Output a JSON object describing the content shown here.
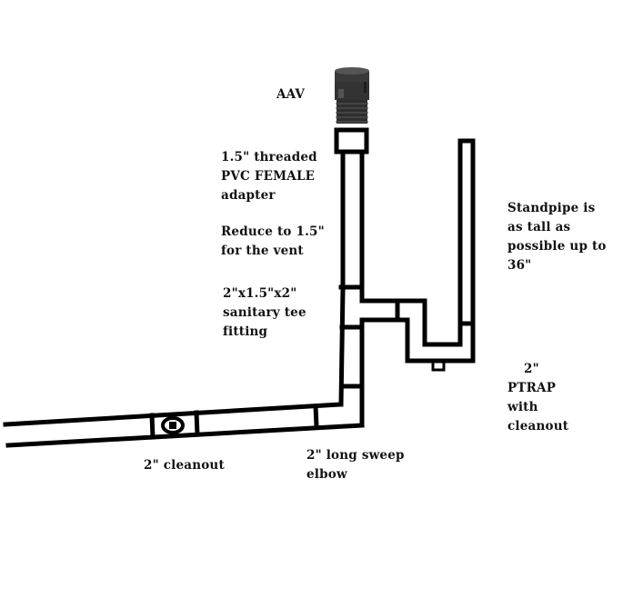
{
  "diagram": {
    "title": "Washer standpipe drain with AAV vent",
    "colors": {
      "stroke": "#000000",
      "background": "#ffffff",
      "aav_body": "#3a3a3a",
      "aav_highlight": "#6a6a6a",
      "aav_dark": "#1c1c1c"
    },
    "labels": {
      "aav": [
        "AAV"
      ],
      "adapter": [
        "1.5\" threaded",
        "PVC FEMALE",
        "adapter"
      ],
      "reduce": [
        "Reduce to 1.5\"",
        "for the vent"
      ],
      "tee": [
        "2\"x1.5\"x2\"",
        "sanitary tee",
        "fitting"
      ],
      "standpipe": [
        "Standpipe is",
        "as tall as",
        "possible up to",
        "36\""
      ],
      "ptrap": [
        "2\"",
        "PTRAP",
        "with",
        "cleanout"
      ],
      "cleanout": [
        "2\" cleanout"
      ],
      "elbow": [
        "2\" long sweep",
        "elbow"
      ]
    },
    "components": [
      {
        "name": "Air admittance valve",
        "label_ref": "aav"
      },
      {
        "name": "1.5\" threaded PVC female adapter",
        "label_ref": "adapter"
      },
      {
        "name": "1.5\" vent pipe",
        "label_ref": "reduce"
      },
      {
        "name": "2\"x1.5\"x2\" sanitary tee",
        "label_ref": "tee"
      },
      {
        "name": "Standpipe",
        "label_ref": "standpipe"
      },
      {
        "name": "2\" P-trap with cleanout",
        "label_ref": "ptrap"
      },
      {
        "name": "2\" cleanout",
        "label_ref": "cleanout"
      },
      {
        "name": "2\" long sweep elbow",
        "label_ref": "elbow"
      }
    ]
  }
}
